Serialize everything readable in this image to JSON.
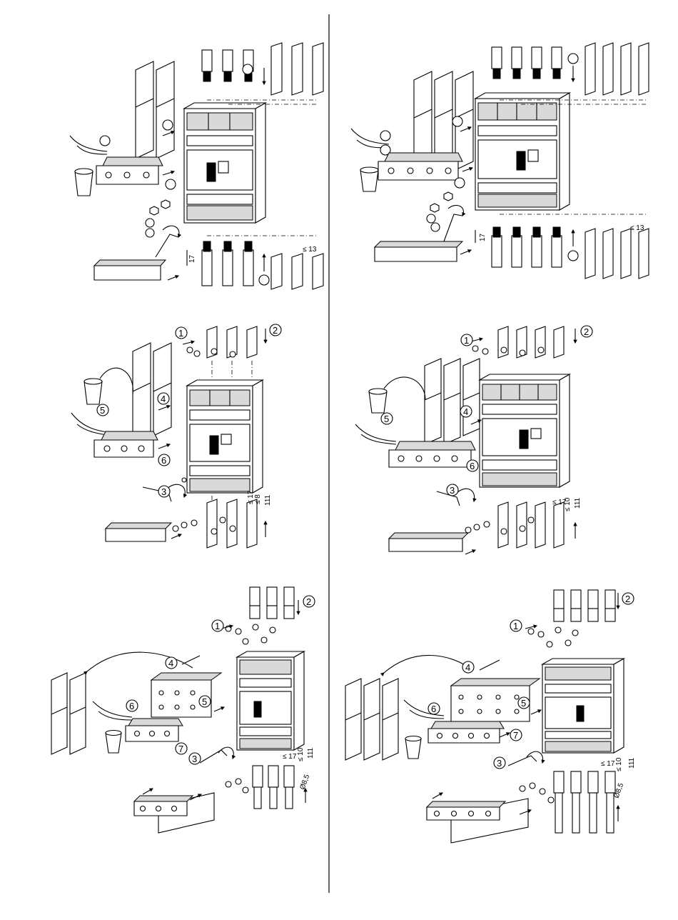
{
  "colors": {
    "ink": "#000000",
    "paper": "#ffffff",
    "shade": "#d9d9d9"
  },
  "panels": [
    {
      "id": "p1",
      "poles": 3,
      "steps": [],
      "dims": {
        "a": "17",
        "b": "≤ 13"
      }
    },
    {
      "id": "p2",
      "poles": 4,
      "steps": [],
      "dims": {
        "a": "17",
        "b": "≤ 13"
      }
    },
    {
      "id": "p3",
      "poles": 3,
      "steps": [
        "1",
        "2",
        "3",
        "4",
        "5",
        "6"
      ],
      "dims": {
        "a": "≤ 17",
        "b": "≤ 8",
        "c": "111"
      }
    },
    {
      "id": "p4",
      "poles": 4,
      "steps": [
        "1",
        "2",
        "3",
        "4",
        "5",
        "6"
      ],
      "dims": {
        "a": "≤ 17",
        "b": "≤ 10",
        "c": "111"
      }
    },
    {
      "id": "p5",
      "poles": 3,
      "steps": [
        "1",
        "2",
        "3",
        "4",
        "5",
        "6",
        "7"
      ],
      "dims": {
        "a": "≤ 17",
        "b": "≤ 10",
        "c": "111",
        "d": "Ø8,5"
      }
    },
    {
      "id": "p6",
      "poles": 4,
      "steps": [
        "1",
        "2",
        "3",
        "4",
        "5",
        "6",
        "7"
      ],
      "dims": {
        "a": "≤ 17",
        "b": "≤ 10",
        "c": "111",
        "d": "Ø8,5"
      }
    }
  ]
}
